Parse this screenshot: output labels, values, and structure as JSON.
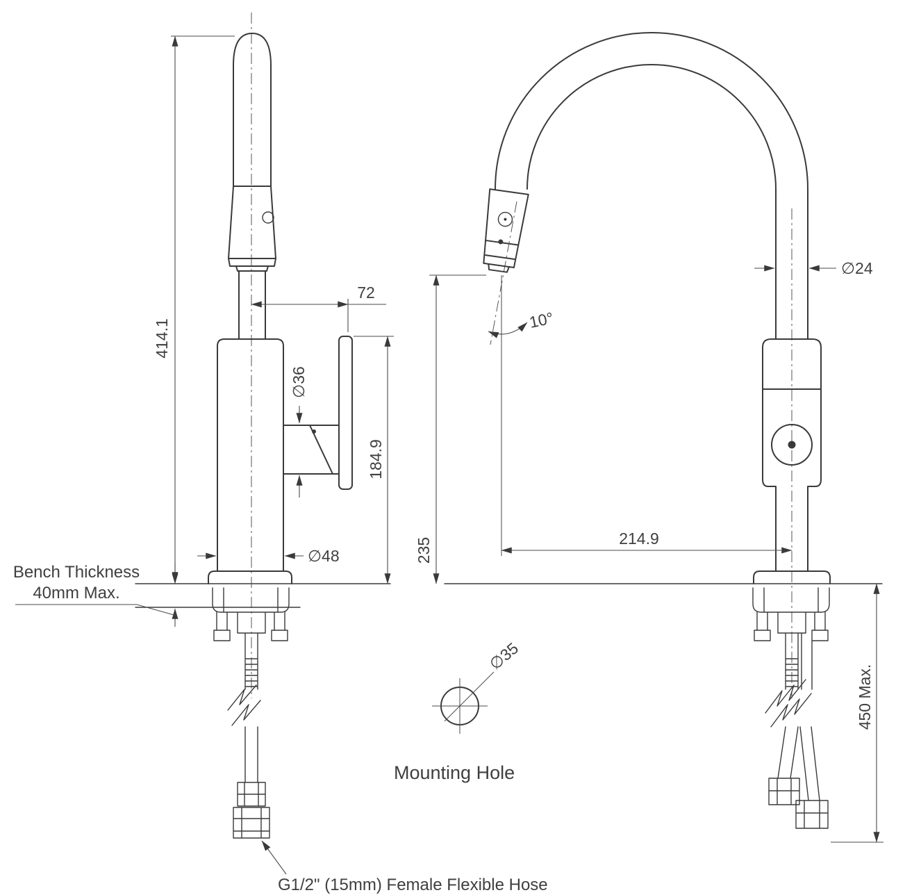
{
  "drawing": {
    "front": {
      "height": "414.1",
      "handle_reach": "72",
      "handle_dia": "∅36",
      "handle_height": "184.9",
      "body_dia": "∅48",
      "bench_note_1": "Bench Thickness",
      "bench_note_2": "40mm Max.",
      "hose_note": "G1/2\" (15mm) Female Flexible Hose"
    },
    "side": {
      "spout_dia": "∅24",
      "spray_angle": "10°",
      "spout_clearance": "235",
      "reach": "214.9",
      "hose_length": "450 Max.",
      "hole_dia": "∅35",
      "hole_label": "Mounting Hole"
    }
  }
}
